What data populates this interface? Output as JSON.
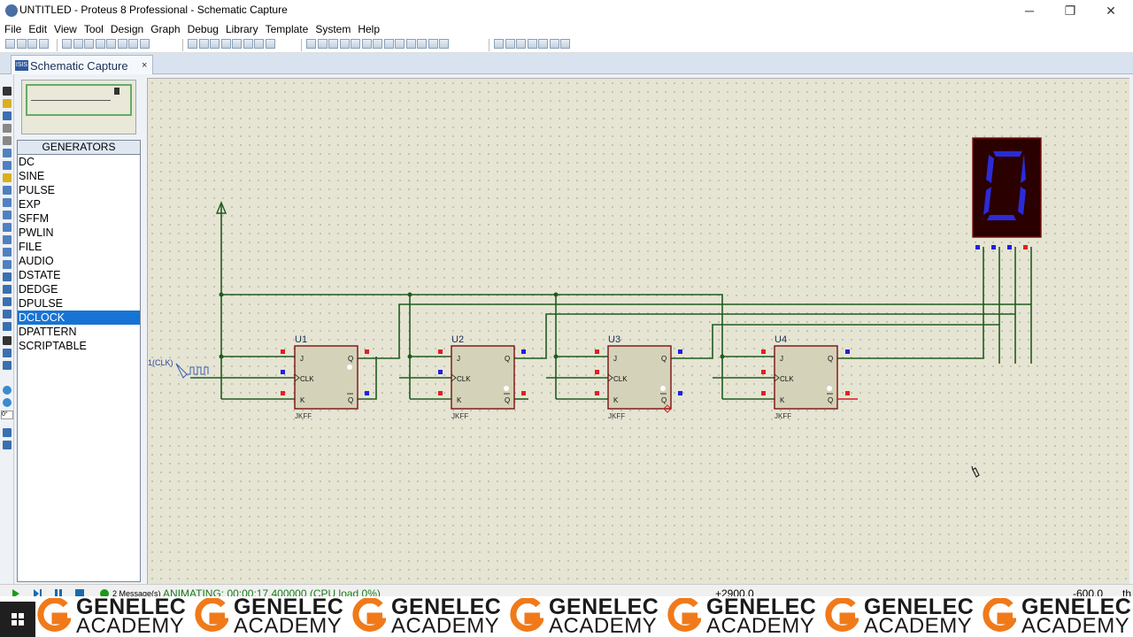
{
  "window": {
    "title": "UNTITLED - Proteus 8 Professional - Schematic Capture",
    "minimize": "─",
    "restore": "❐",
    "close": "✕"
  },
  "menu": [
    "File",
    "Edit",
    "View",
    "Tool",
    "Design",
    "Graph",
    "Debug",
    "Library",
    "Template",
    "System",
    "Help"
  ],
  "tab": {
    "icon_text": "ISIS",
    "label": "Schematic Capture",
    "close": "×"
  },
  "generators": {
    "header": "GENERATORS",
    "items": [
      "DC",
      "SINE",
      "PULSE",
      "EXP",
      "SFFM",
      "PWLIN",
      "FILE",
      "AUDIO",
      "DSTATE",
      "DEDGE",
      "DPULSE",
      "DCLOCK",
      "DPATTERN",
      "SCRIPTABLE"
    ],
    "selected": "DCLOCK"
  },
  "left_toolbar_rotation": "0°",
  "schematic": {
    "clock_label": "1(CLK)",
    "flipflops": [
      {
        "ref": "U1",
        "type": "JKFF",
        "pin_j": "J",
        "pin_clk": "CLK",
        "pin_k": "K",
        "pin_q": "Q",
        "pin_qbar": "Q"
      },
      {
        "ref": "U2",
        "type": "JKFF",
        "pin_j": "J",
        "pin_clk": "CLK",
        "pin_k": "K",
        "pin_q": "Q",
        "pin_qbar": "Q"
      },
      {
        "ref": "U3",
        "type": "JKFF",
        "pin_j": "J",
        "pin_clk": "CLK",
        "pin_k": "K",
        "pin_q": "Q",
        "pin_qbar": "Q"
      },
      {
        "ref": "U4",
        "type": "JKFF",
        "pin_j": "J",
        "pin_clk": "CLK",
        "pin_k": "K",
        "pin_q": "Q",
        "pin_qbar": "Q"
      }
    ],
    "display_digit": "0",
    "colors": {
      "wire": "#1f5c1f",
      "component_body": "#d4d2b8",
      "component_border": "#7a1010",
      "pin_low": "#e02020",
      "pin_high": "#2020e0",
      "display_bg": "#2a0000",
      "display_segment": "#2b2bd8"
    }
  },
  "status": {
    "messages": "2 Message(s)",
    "animating": "ANIMATING: 00:00:17.400000 (CPU load 0%)",
    "coord_x": "+2900.0",
    "coord_y": "-600.0",
    "unit": "th"
  },
  "watermark": {
    "line1": "GENELEC",
    "line2": "ACADEMY",
    "accent": "#f07a1a"
  }
}
